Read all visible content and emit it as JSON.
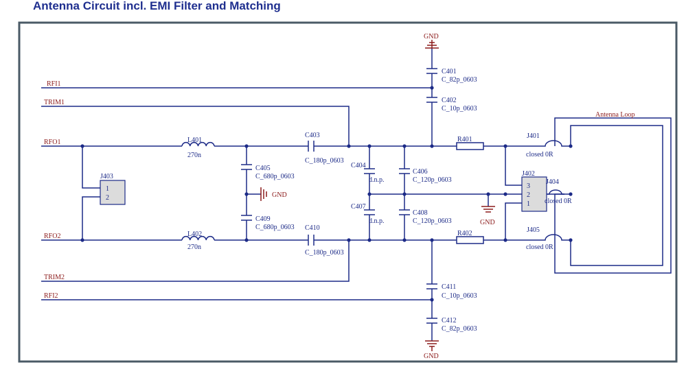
{
  "title": "Antenna Circuit incl. EMI Filter and Matching",
  "nets": {
    "rfi1": "RFI1",
    "trim1": "TRIM1",
    "rfo1": "RFO1",
    "rfo2": "RFO2",
    "trim2": "TRIM2",
    "rfi2": "RFI2",
    "gnd_top": "GND",
    "gnd_mid": "GND",
    "gnd_right": "GND",
    "gnd_bottom": "GND"
  },
  "antenna_label": "Antenna Loop",
  "components": {
    "L401": {
      "ref": "L401",
      "value": "270n"
    },
    "L402": {
      "ref": "L402",
      "value": "270n"
    },
    "C401": {
      "ref": "C401",
      "value": "C_82p_0603"
    },
    "C402": {
      "ref": "C402",
      "value": "C_10p_0603"
    },
    "C403": {
      "ref": "C403",
      "value": "C_180p_0603"
    },
    "C404": {
      "ref": "C404",
      "value": "d.n.p."
    },
    "C405": {
      "ref": "C405",
      "value": "C_680p_0603"
    },
    "C406": {
      "ref": "C406",
      "value": "C_120p_0603"
    },
    "C407": {
      "ref": "C407",
      "value": "d.n.p."
    },
    "C408": {
      "ref": "C408",
      "value": "C_120p_0603"
    },
    "C409": {
      "ref": "C409",
      "value": "C_680p_0603"
    },
    "C410": {
      "ref": "C410",
      "value": "C_180p_0603"
    },
    "C411": {
      "ref": "C411",
      "value": "C_10p_0603"
    },
    "C412": {
      "ref": "C412",
      "value": "C_82p_0603"
    },
    "R401": {
      "ref": "R401"
    },
    "R402": {
      "ref": "R402"
    },
    "J401": {
      "ref": "J401",
      "value": "closed 0R"
    },
    "J404": {
      "ref": "J404",
      "value": "closed 0R"
    },
    "J405": {
      "ref": "J405",
      "value": "closed 0R"
    },
    "J402": {
      "ref": "J402",
      "pins": [
        "3",
        "2",
        "1"
      ]
    },
    "J403": {
      "ref": "J403",
      "pins": [
        "1",
        "2"
      ]
    }
  }
}
